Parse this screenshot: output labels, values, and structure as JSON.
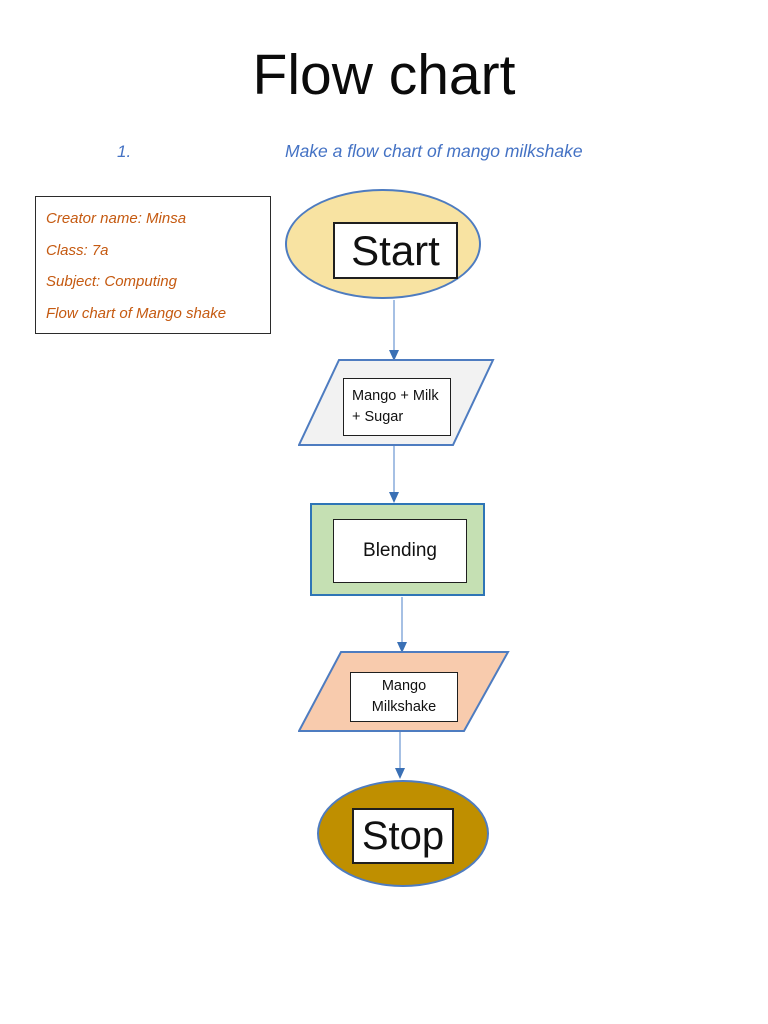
{
  "page": {
    "title": "Flow chart"
  },
  "exercise": {
    "number": "1.",
    "prompt": "Make a flow chart of mango milkshake"
  },
  "info_box": {
    "lines": [
      "Creator name: Minsa",
      "Class: 7a",
      "Subject: Computing",
      "Flow chart of Mango shake"
    ]
  },
  "flowchart": {
    "start": {
      "label": "Start"
    },
    "input": {
      "line1": "Mango + Milk",
      "line2": "+ Sugar"
    },
    "process": {
      "label": "Blending"
    },
    "output": {
      "line1": "Mango",
      "line2": "Milkshake"
    },
    "stop": {
      "label": "Stop"
    }
  },
  "colors": {
    "title_text": "#0b0b0b",
    "exercise_text_blue": "#4472c4",
    "info_text_orange": "#c55a11",
    "shape_border_blue": "#4e7cc0",
    "process_border_blue": "#2e75b6",
    "start_fill": "#f8e3a2",
    "input_fill": "#f2f2f2",
    "process_fill": "#c5e0b3",
    "output_fill": "#f8cbad",
    "stop_fill": "#bf8f00",
    "arrow_line": "#8fb0de",
    "arrow_head": "#3a70b5"
  }
}
